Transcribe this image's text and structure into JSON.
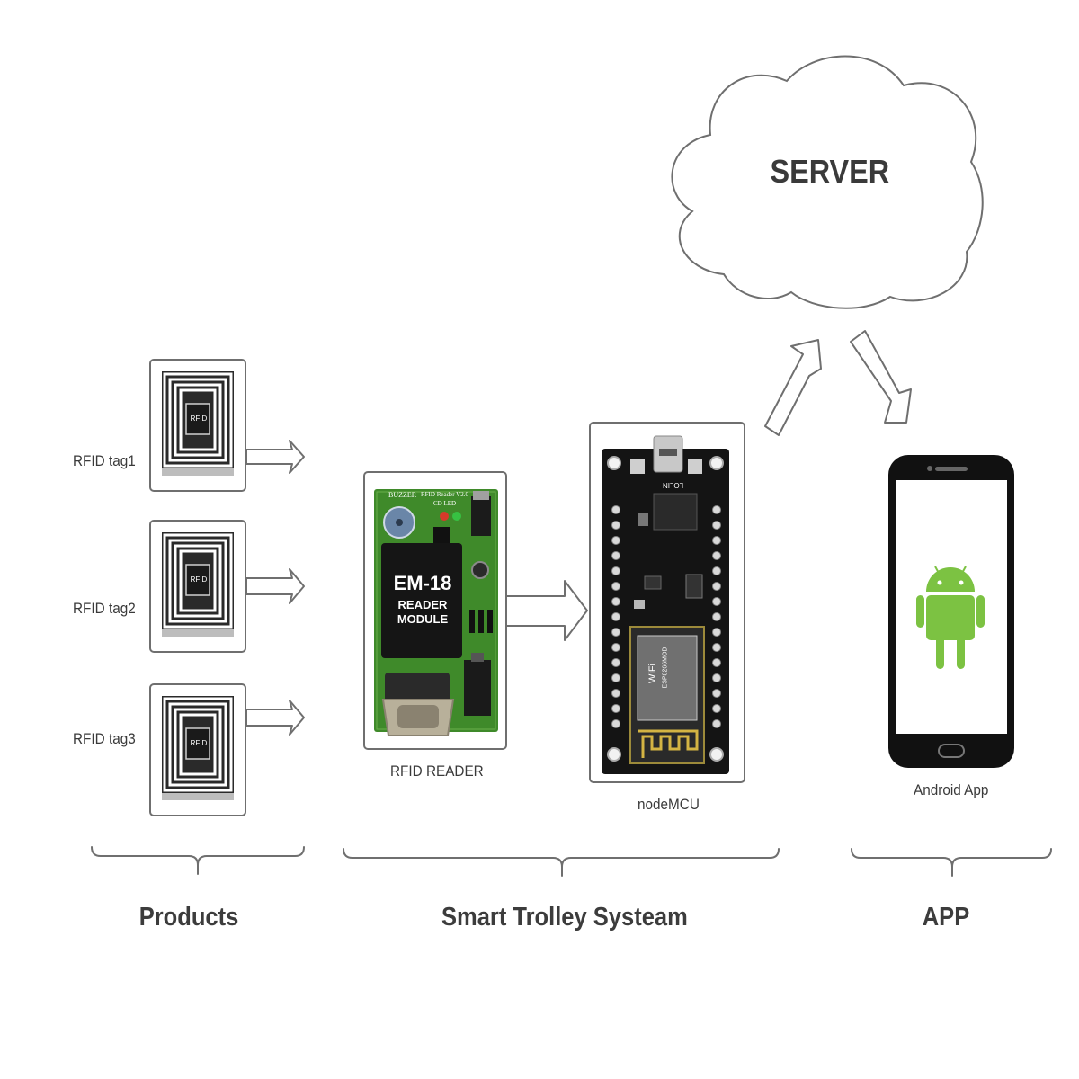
{
  "server": {
    "label": "SERVER"
  },
  "tags": [
    {
      "label": "RFID tag1",
      "chip_text": "RFID"
    },
    {
      "label": "RFID tag2",
      "chip_text": "RFID"
    },
    {
      "label": "RFID tag3",
      "chip_text": "RFID"
    }
  ],
  "reader": {
    "caption": "RFID READER",
    "module_line1": "EM-18",
    "module_line2": "READER",
    "module_line3": "MODULE",
    "board_text1": "BUZZER",
    "board_text2": "RFID Reader V2.0",
    "board_text3": "CD LED"
  },
  "mcu": {
    "caption": "nodeMCU",
    "logo_text": "LOLIN",
    "wifi_text": "WiFi",
    "chip_text": "ESP8266MOD"
  },
  "app": {
    "caption": "Android App"
  },
  "groups": {
    "products": "Products",
    "system": "Smart Trolley Systeam",
    "app": "APP"
  },
  "colors": {
    "outline": "#6f6f6f",
    "pcb_green": "#3f8a2a",
    "pcb_black": "#141414",
    "android_green": "#7cc242"
  }
}
